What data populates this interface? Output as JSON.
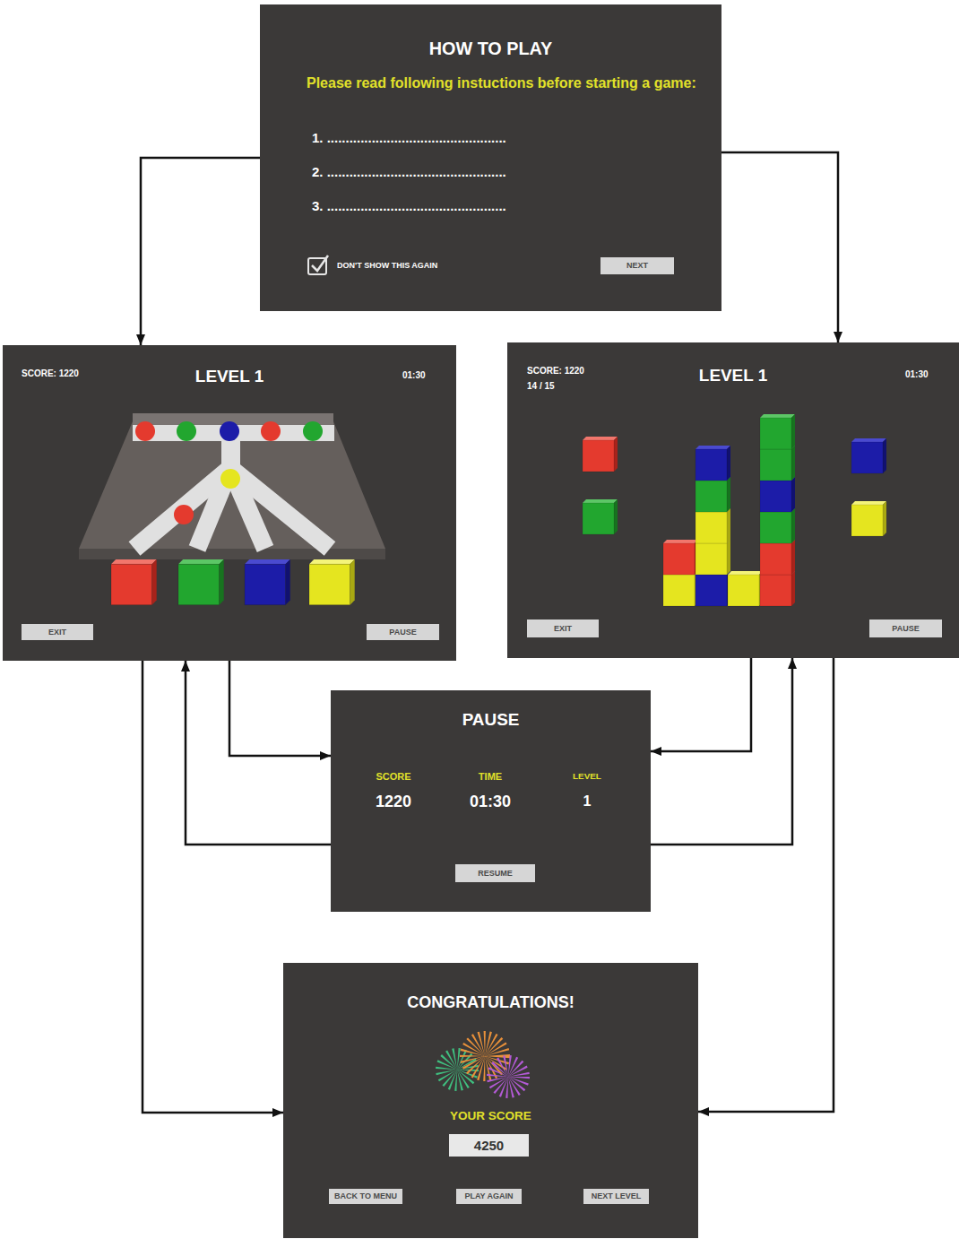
{
  "diagram": {
    "nodes": [
      {
        "text": [
          "HOW TO PLAY",
          "Please read following instuctions before starting a game:",
          "1. ................................................",
          "2. ................................................",
          "3. ................................................",
          "DON'T SHOW THIS AGAIN"
        ]
      },
      {
        "text": [
          "NEXT"
        ],
        "in": 0
      },
      {
        "text": [
          "SCORE: 1220",
          "LEVEL 1",
          "01:30"
        ]
      },
      {
        "text": [
          "EXIT"
        ],
        "in": 2
      },
      {
        "text": [
          "PAUSE"
        ],
        "in": 2
      },
      {
        "text": [
          "SCORE: 1220",
          "14 / 15",
          "LEVEL 1",
          "01:30"
        ]
      },
      {
        "text": [
          "EXIT"
        ],
        "in": 5
      },
      {
        "text": [
          "PAUSE"
        ],
        "in": 5
      },
      {
        "text": [
          "PAUSE",
          "SCORE",
          "TIME",
          "LEVEL",
          "1220",
          "01:30",
          "1"
        ]
      },
      {
        "text": [
          "RESUME"
        ],
        "in": 8
      },
      {
        "text": [
          "CONGRATULATIONS!",
          "YOUR SCORE"
        ]
      },
      {
        "text": [
          "4250"
        ],
        "in": 10
      },
      {
        "text": [
          "BACK TO MENU"
        ],
        "in": 10
      },
      {
        "text": [
          "PLAY AGAIN"
        ],
        "in": 10
      },
      {
        "text": [
          "NEXT LEVEL"
        ],
        "in": 10
      }
    ],
    "edges": [
      {
        "from": 0,
        "to": 2,
        "arrow": "to"
      },
      {
        "from": 0,
        "to": 5,
        "arrow": "to"
      },
      {
        "from": 2,
        "to": 8,
        "arrow": "to"
      },
      {
        "from": 8,
        "to": 2,
        "arrow": "to"
      },
      {
        "from": 5,
        "to": 8,
        "arrow": "to"
      },
      {
        "from": 8,
        "to": 5,
        "arrow": "to"
      },
      {
        "from": 2,
        "to": 10,
        "arrow": "to"
      },
      {
        "from": 5,
        "to": 10,
        "arrow": "to"
      }
    ]
  }
}
